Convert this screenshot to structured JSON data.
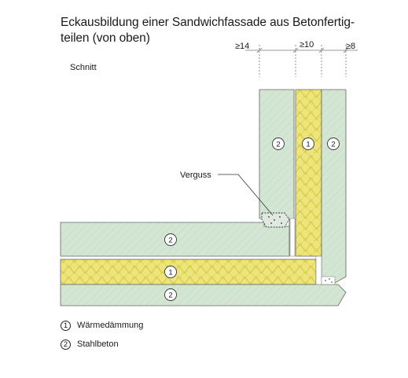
{
  "title": {
    "line1": "Eckausbildung einer Sandwichfassade aus Betonfertig-",
    "line2": "teilen (von oben)"
  },
  "section_label": "Schnitt",
  "dimensions": {
    "outer": "≥14",
    "insulation": "≥10",
    "inner": "≥8"
  },
  "callout": "Verguss",
  "badges": {
    "vertical_left": "2",
    "vertical_insulation": "1",
    "vertical_right": "2",
    "horizontal_top": "2",
    "horizontal_insulation": "1",
    "horizontal_bottom": "2"
  },
  "legend": [
    {
      "number": "1",
      "label": "Wärmedämmung"
    },
    {
      "number": "2",
      "label": "Stahlbeton"
    }
  ],
  "colors": {
    "concrete": "#d3e6d3",
    "insulation": "#ede57a",
    "outline": "#555555"
  }
}
